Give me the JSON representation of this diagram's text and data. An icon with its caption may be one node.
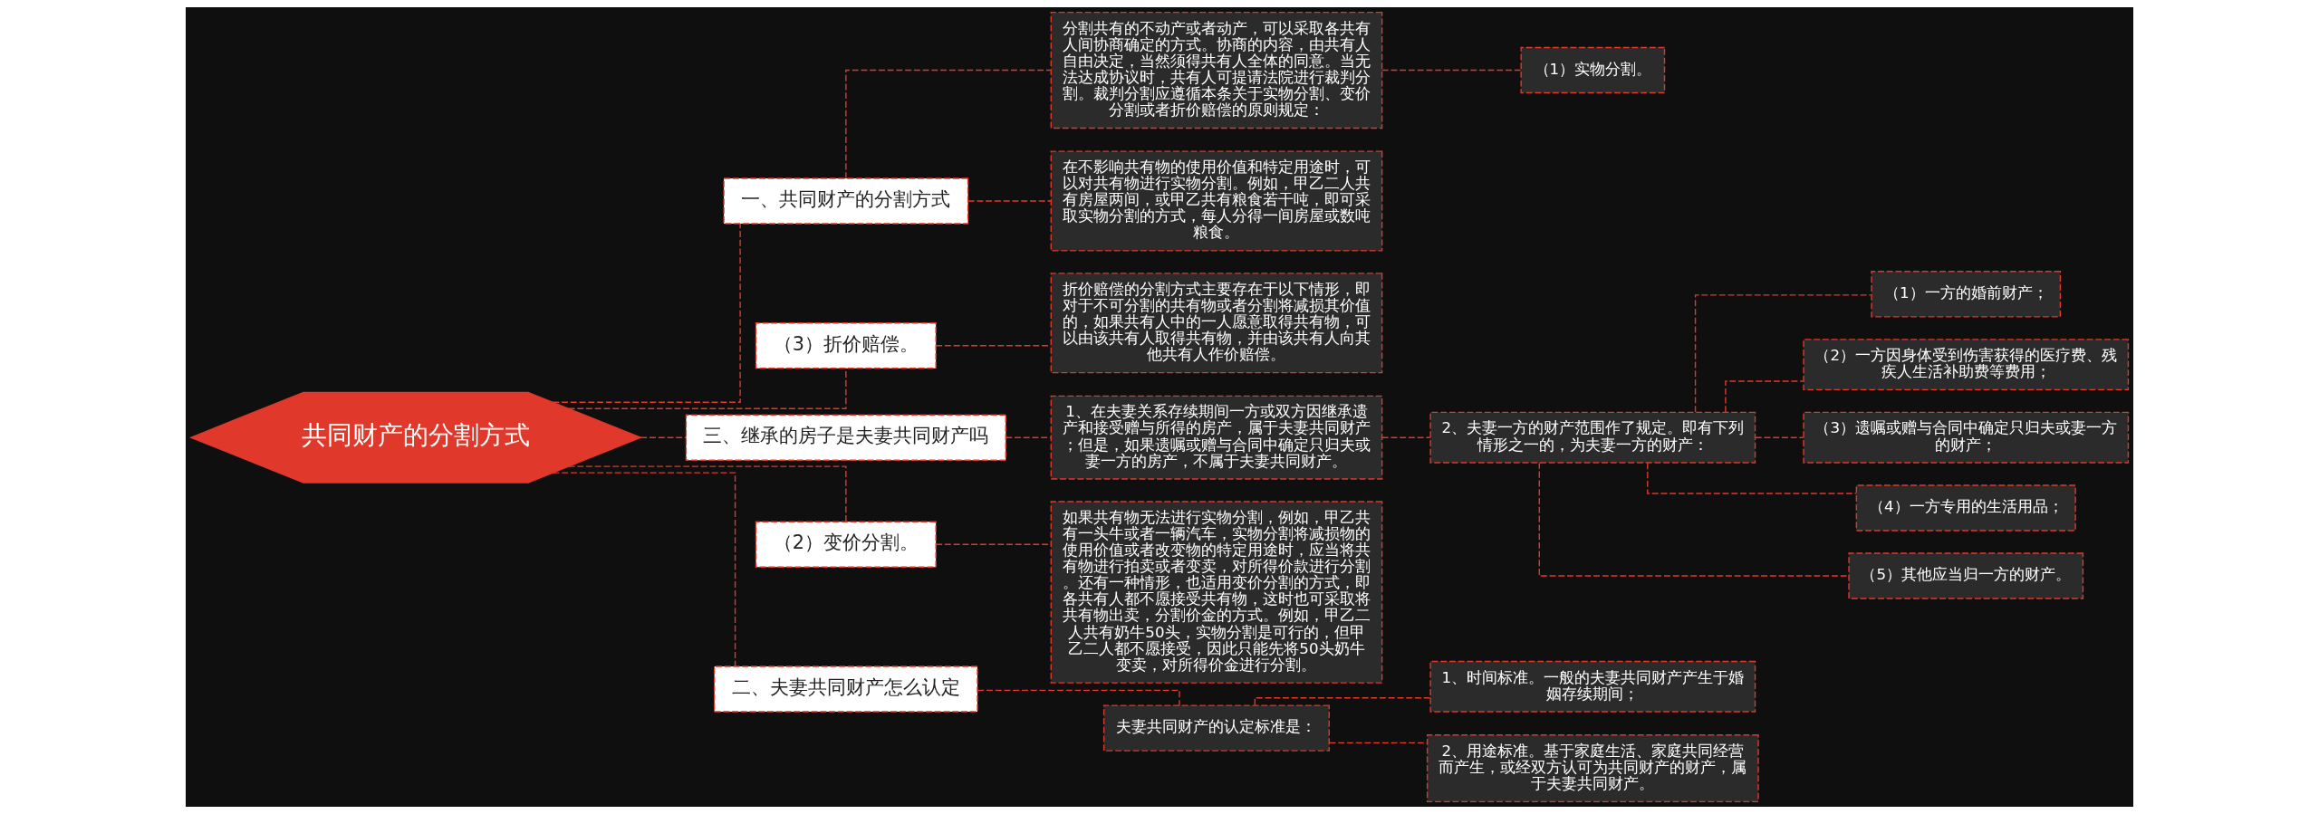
{
  "diagram": {
    "nodes": [
      {
        "text": [
          "共同财产的分割方式"
        ]
      },
      {
        "text": [
          "一、共同财产的分割方式"
        ]
      },
      {
        "text": [
          "分割共有的不动产或者动产，可以采取各共有人间协商确定的方式。协商的内容，由共有人自由决定，当然须得共有人全体的同意。当无法达成协议时，共有人可提请法院进行裁判分割。裁判分割应遵循本条关于实物分割、变价分割或者折价赔偿的原则规定："
        ]
      },
      {
        "text": [
          "（1）实物分割。"
        ]
      },
      {
        "text": [
          "在不影响共有物的使用价值和特定用途时，可以对共有物进行实物分割。例如，甲乙二人共有房屋两间，或甲乙共有粮食若干吨，即可采取实物分割的方式，每人分得一间房屋或数吨粮食。"
        ]
      },
      {
        "text": [
          "（3）折价赔偿。"
        ]
      },
      {
        "text": [
          "折价赔偿的分割方式主要存在于以下情形，即对于不可分割的共有物或者分割将减损其价值的，如果共有人中的一人愿意取得共有物，可以由该共有人取得共有物，并由该共有人向其他共有人作价赔偿。"
        ]
      },
      {
        "text": [
          "三、继承的房子是夫妻共同财产吗"
        ]
      },
      {
        "text": [
          "1、在夫妻关系存续期间一方或双方因继承遗产和接受赠与所得的房产，属于夫妻共同财产；但是，如果遗嘱或赠与合同中确定只归夫或妻一方的房产，不属于夫妻共同财产。"
        ]
      },
      {
        "text": [
          "2、夫妻一方的财产范围作了规定。即有下列情形之一的，为夫妻一方的财产："
        ]
      },
      {
        "text": [
          "（1）一方的婚前财产；"
        ]
      },
      {
        "text": [
          "（2）一方因身体受到伤害获得的医疗费、残疾人生活补助费等费用；"
        ]
      },
      {
        "text": [
          "（3）遗嘱或赠与合同中确定只归夫或妻一方的财产；"
        ]
      },
      {
        "text": [
          "（4）一方专用的生活用品；"
        ]
      },
      {
        "text": [
          "（5）其他应当归一方的财产。"
        ]
      },
      {
        "text": [
          "（2）变价分割。"
        ]
      },
      {
        "text": [
          "如果共有物无法进行实物分割，例如，甲乙共有一头牛或者一辆汽车，实物分割将减损物的使用价值或者改变物的特定用途时，应当将共有物进行拍卖或者变卖，对所得价款进行分割。还有一种情形，也适用变价分割的方式，即各共有人都不愿接受共有物，这时也可采取将共有物出卖，分割价金的方式。例如，甲乙二人共有奶牛50头，实物分割是可行的，但甲乙二人都不愿接受，因此只能先将50头奶牛变卖，对所得价金进行分割。"
        ]
      },
      {
        "text": [
          "二、夫妻共同财产怎么认定"
        ]
      },
      {
        "text": [
          "夫妻共同财产的认定标准是："
        ]
      },
      {
        "text": [
          "1、时间标准。一般的夫妻共同财产产生于婚姻存续期间；"
        ]
      },
      {
        "text": [
          "2、用途标准。基于家庭生活、家庭共同经营而产生，或经双方认可为共同财产的财产，属于夫妻共同财产。"
        ]
      }
    ],
    "edges": [
      {
        "from": 0,
        "to": 1,
        "arrow": "none",
        "style": "dashed"
      },
      {
        "from": 1,
        "to": 2,
        "arrow": "none",
        "style": "dashed"
      },
      {
        "from": 2,
        "to": 3,
        "arrow": "none",
        "style": "dashed"
      },
      {
        "from": 1,
        "to": 4,
        "arrow": "none",
        "style": "dashed"
      },
      {
        "from": 0,
        "to": 5,
        "arrow": "none",
        "style": "dashed"
      },
      {
        "from": 5,
        "to": 6,
        "arrow": "none",
        "style": "dashed"
      },
      {
        "from": 0,
        "to": 7,
        "arrow": "none",
        "style": "dashed"
      },
      {
        "from": 7,
        "to": 8,
        "arrow": "none",
        "style": "dashed"
      },
      {
        "from": 8,
        "to": 9,
        "arrow": "none",
        "style": "dashed"
      },
      {
        "from": 9,
        "to": 10,
        "arrow": "none",
        "style": "dashed"
      },
      {
        "from": 9,
        "to": 11,
        "arrow": "none",
        "style": "dashed"
      },
      {
        "from": 9,
        "to": 12,
        "arrow": "none",
        "style": "dashed"
      },
      {
        "from": 9,
        "to": 13,
        "arrow": "none",
        "style": "dashed"
      },
      {
        "from": 9,
        "to": 14,
        "arrow": "none",
        "style": "dashed"
      },
      {
        "from": 0,
        "to": 15,
        "arrow": "none",
        "style": "dashed"
      },
      {
        "from": 15,
        "to": 16,
        "arrow": "none",
        "style": "dashed"
      },
      {
        "from": 0,
        "to": 17,
        "arrow": "none",
        "style": "dashed"
      },
      {
        "from": 17,
        "to": 18,
        "arrow": "none",
        "style": "dashed"
      },
      {
        "from": 18,
        "to": 19,
        "arrow": "none",
        "style": "dashed"
      },
      {
        "from": 18,
        "to": 20,
        "arrow": "none",
        "style": "dashed"
      }
    ]
  }
}
